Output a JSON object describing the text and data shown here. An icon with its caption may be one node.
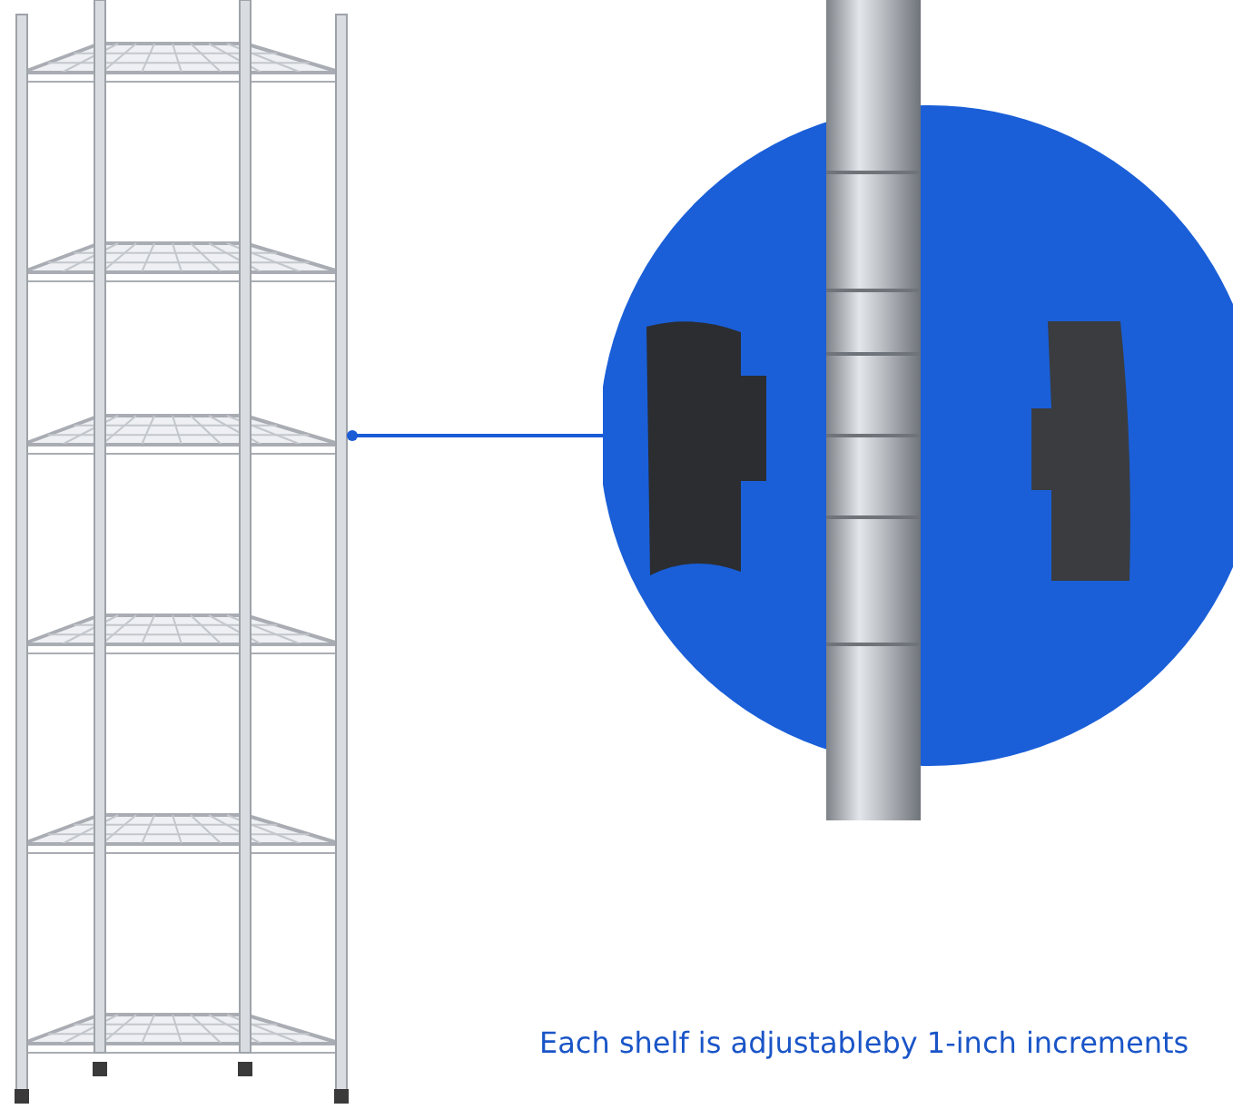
{
  "diagram": {
    "nodes": [
      {
        "text": [],
        "shape": "picture"
      },
      {
        "text": [],
        "shape": "picture"
      }
    ],
    "edges": [
      {
        "from": 0,
        "to": 1,
        "arrow": "other",
        "color": "#1b5bd6"
      }
    ],
    "labels": [
      "Each shelf is adjustableby 1-inch increments"
    ]
  }
}
